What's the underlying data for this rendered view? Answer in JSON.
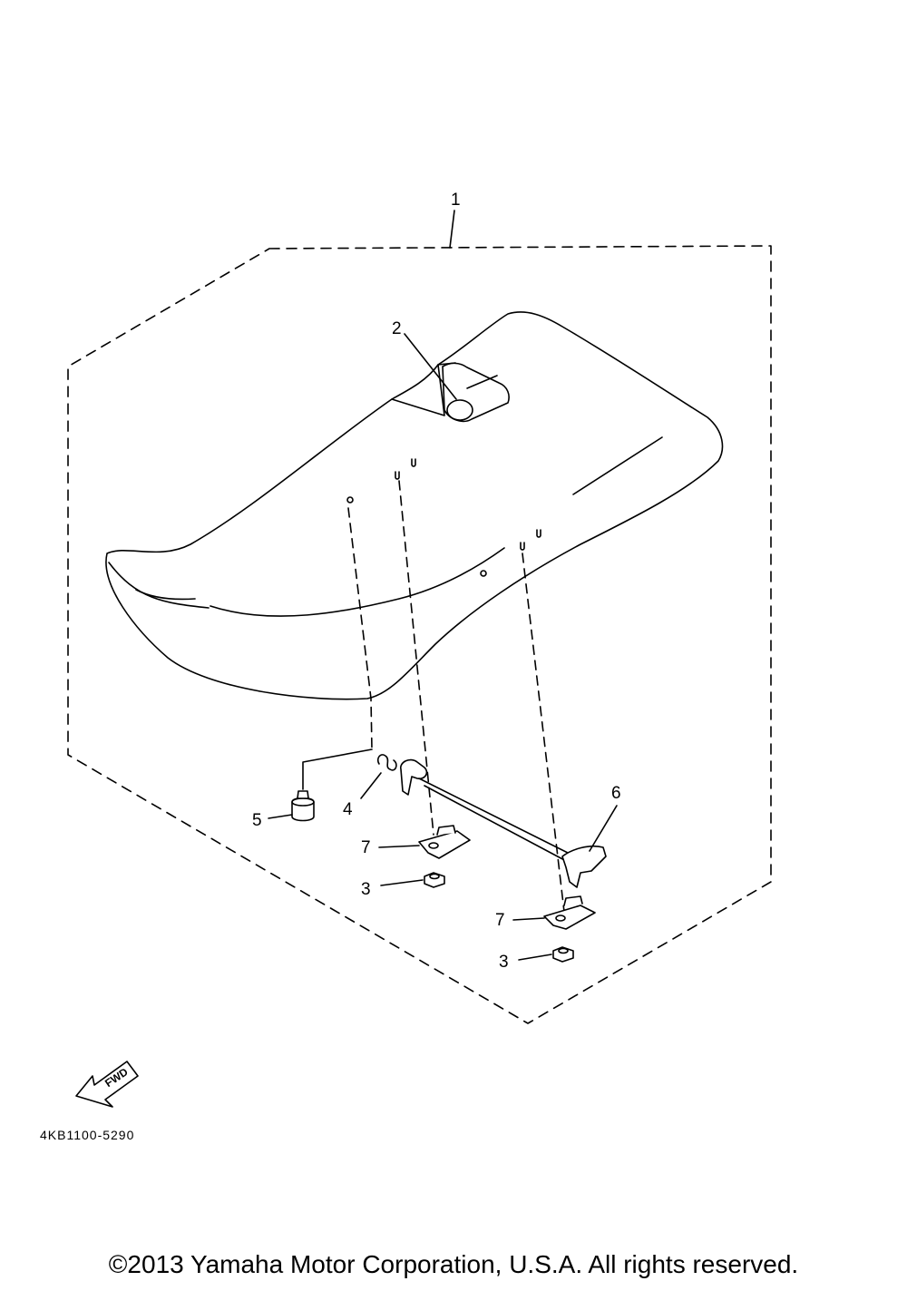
{
  "callouts": {
    "c1": "1",
    "c2": "2",
    "c3a": "3",
    "c3b": "3",
    "c4": "4",
    "c5": "5",
    "c6": "6",
    "c7a": "7",
    "c7b": "7"
  },
  "fwd_label": "FWD",
  "diagram_code": "4KB1100-5290",
  "copyright": "©2013 Yamaha Motor Corporation, U.S.A. All rights reserved."
}
